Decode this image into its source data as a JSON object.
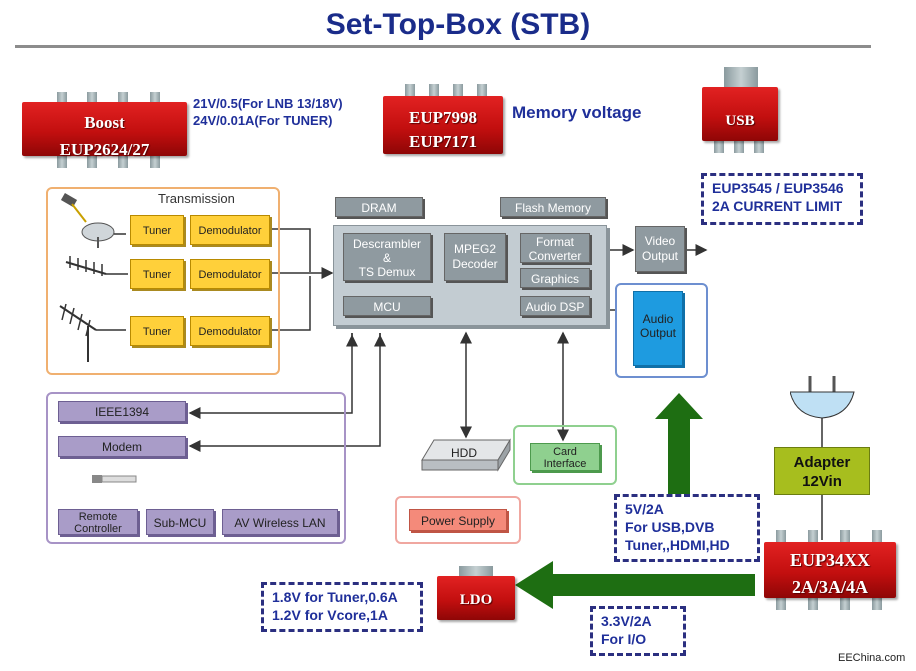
{
  "title": "Set-Top-Box (STB)",
  "chips": {
    "boost": {
      "line1": "Boost",
      "line2": "EUP2624/27"
    },
    "eup7998": {
      "line1": "EUP7998",
      "line2": "EUP7171"
    },
    "usb": {
      "label": "USB"
    },
    "eup34xx": {
      "line1": "EUP34XX",
      "line2": "2A/3A/4A"
    },
    "ldo": {
      "label": "LDO"
    }
  },
  "notes": {
    "boost_line1": "21V/0.5(For LNB 13/18V)",
    "boost_line2": "24V/0.01A(For TUNER)",
    "memory_voltage": "Memory voltage",
    "usb_line1": "EUP3545 / EUP3546",
    "usb_line2": "2A CURRENT LIMIT",
    "out5v_line1": "5V/2A",
    "out5v_line2": "For USB,DVB",
    "out5v_line3": "Tuner,,HDMI,HD",
    "ldo_line1": "1.8V for Tuner,0.6A",
    "ldo_line2": "1.2V for Vcore,1A",
    "io_line1": "3.3V/2A",
    "io_line2": "For I/O"
  },
  "adapter": {
    "line1": "Adapter",
    "line2": "12Vin"
  },
  "transmission": {
    "label": "Transmission",
    "rows": [
      {
        "tuner": "Tuner",
        "demod": "Demodulator"
      },
      {
        "tuner": "Tuner",
        "demod": "Demodulator"
      },
      {
        "tuner": "Tuner",
        "demod": "Demodulator"
      }
    ]
  },
  "core": {
    "dram": "DRAM",
    "flash": "Flash Memory",
    "descrambler_l1": "Descrambler",
    "descrambler_l2": "&",
    "descrambler_l3": "TS Demux",
    "mpeg2_l1": "MPEG2",
    "mpeg2_l2": "Decoder",
    "format_l1": "Format",
    "format_l2": "Converter",
    "graphics": "Graphics",
    "audio_dsp": "Audio DSP",
    "mcu": "MCU",
    "video_l1": "Video",
    "video_l2": "Output",
    "audio_l1": "Audio",
    "audio_l2": "Output"
  },
  "peripherals": {
    "ieee1394": "IEEE1394",
    "modem": "Modem",
    "remote_l1": "Remote",
    "remote_l2": "Controller",
    "sub_mcu": "Sub-MCU",
    "av_wireless": "AV Wireless LAN"
  },
  "hdd": "HDD",
  "card_l1": "Card",
  "card_l2": "Interface",
  "power_supply": "Power Supply",
  "watermark": "EEChina.com",
  "colors": {
    "title_blue": "#1a2c8a",
    "chip_red": "#c30f0f",
    "arrow_green": "#1e6e12",
    "adapter_green": "#a7be1e",
    "dash_navy": "#2b2f80"
  }
}
